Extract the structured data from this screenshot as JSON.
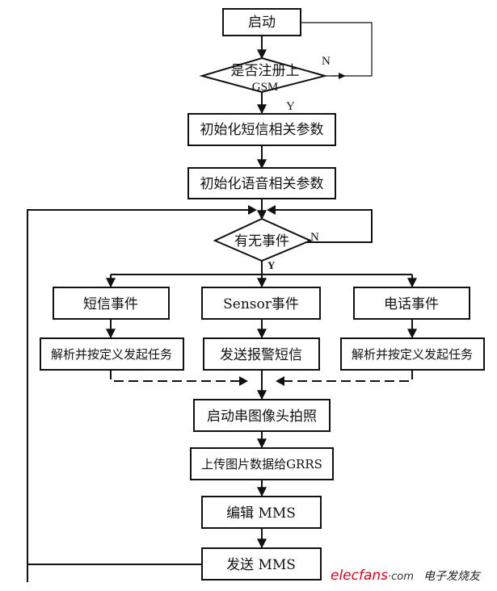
{
  "nodes": {
    "start": "启动",
    "check_gsm_line1": "是否注册上",
    "check_gsm_line2": "GSM",
    "init_sms": "初始化短信相关参数",
    "init_voice": "初始化语音相关参数",
    "has_event": "有无事件",
    "sms_event": "短信事件",
    "sensor_event": "Sensor事件",
    "phone_event": "电话事件",
    "parse_task_left": "解析并按定义发起任务",
    "send_alarm_sms": "发送报警短信",
    "parse_task_right": "解析并按定义发起任务",
    "camera_photo": "启动串图像头拍照",
    "upload_image": "上传图片数据给GRRS",
    "edit_mms": "编辑 MMS",
    "send_mms": "发送 MMS"
  },
  "labels": {
    "gsm_no": "N",
    "gsm_yes": "Y",
    "event_no": "N",
    "event_yes": "Y"
  },
  "watermark": {
    "brand": "elecfans",
    "domain": "·com",
    "cn": "电子发烧友"
  },
  "colors": {
    "line": "#111111",
    "brand_red": "#d6001c",
    "brand_dark": "#333333"
  }
}
